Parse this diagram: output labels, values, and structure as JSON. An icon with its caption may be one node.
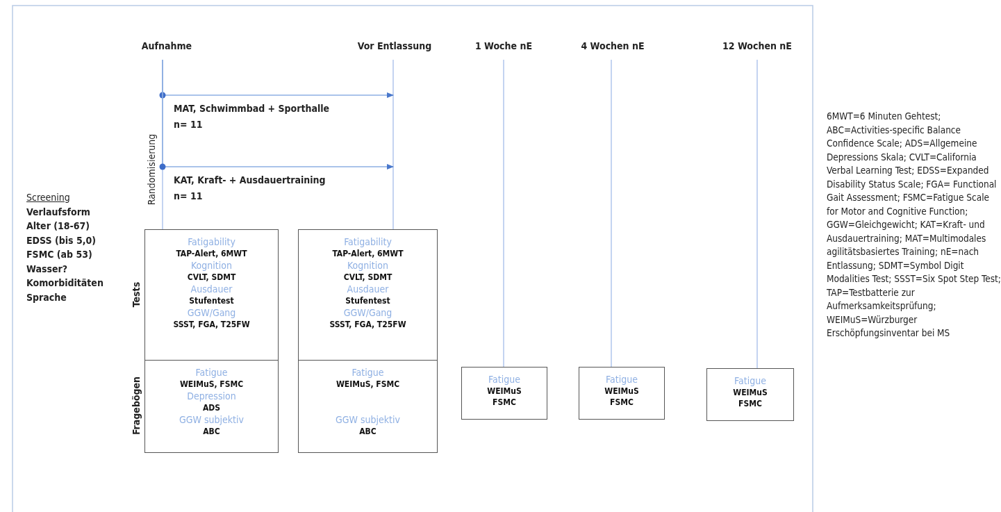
{
  "diagram": {
    "nodes": [
      {
        "text": [
          "Aufnahme"
        ]
      },
      {
        "text": [
          "Vor Entlassung"
        ]
      },
      {
        "text": [
          "1 Woche nE"
        ]
      },
      {
        "text": [
          "4 Wochen nE"
        ]
      },
      {
        "text": [
          "12 Wochen nE"
        ]
      },
      {
        "text": [
          "Fatigability",
          "TAP-Alert, 6MWT",
          "Kognition",
          "CVLT, SDMT",
          "Ausdauer",
          "Stufentest",
          "GGW/Gang",
          "SSST, FGA, T25FW"
        ],
        "beside": [
          "Tests"
        ]
      },
      {
        "text": [
          "Fatigue",
          "WEIMuS, FSMC",
          "Depression",
          "ADS",
          "GGW subjektiv",
          "ABC"
        ],
        "beside": [
          "Fragebögen"
        ]
      },
      {
        "text": [
          "Fatigability",
          "TAP-Alert, 6MWT",
          "Kognition",
          "CVLT, SDMT",
          "Ausdauer",
          "Stufentest",
          "GGW/Gang",
          "SSST, FGA, T25FW"
        ]
      },
      {
        "text": [
          "Fatigue",
          "WEIMuS, FSMC",
          "GGW subjektiv",
          "ABC"
        ]
      },
      {
        "text": [
          "Fatigue",
          "WEIMuS FSMC"
        ]
      },
      {
        "text": [
          "Fatigue",
          "WEIMuS FSMC"
        ]
      },
      {
        "text": [
          "Fatigue",
          "WEIMuS FSMC"
        ]
      }
    ],
    "edges": [
      {
        "from": 0,
        "to": 5,
        "arrow": "none"
      },
      {
        "from": 1,
        "to": 7,
        "arrow": "none"
      },
      {
        "from": 2,
        "to": 9,
        "arrow": "none"
      },
      {
        "from": 3,
        "to": 10,
        "arrow": "none"
      },
      {
        "from": 4,
        "to": 11,
        "arrow": "none"
      },
      {
        "from": 0,
        "to": null,
        "arrow": "to",
        "label": "MAT, Schwimmbad + Sporthalle n= 11"
      },
      {
        "from": 0,
        "to": null,
        "arrow": "to",
        "label": "KAT, Kraft- + Ausdauertraining n= 11"
      }
    ],
    "labels": [
      "Randomisierung",
      "Screening",
      "Verlaufsform",
      "Alter (18-67)",
      "EDSS (bis 5,0)",
      "FSMC (ab 53)",
      "Wasser?",
      "Komorbiditäten",
      "Sprache",
      "6MWT=6 Minuten Gehtest; ABC=Activities-specific Balance Confidence Scale; ADS=Allgemeine Depressions Skala; CVLT=California Verbal Learning Test; EDSS=Expanded Disability Status Scale; FGA= Functional Gait Assessment; FSMC=Fatigue Scale for Motor and Cognitive Function; GGW=Gleichgewicht; KAT=Kraft- und Ausdauertraining; MAT=Multimodales agilitätsbasiertes Training; nE=nach Entlassung; SDMT=Symbol Digit Modalities Test; SSST=Six Spot Step Test; TAP=Testbatterie zur Aufmerksamkeitsprüfung; WEIMuS=Würzburger Erschöpfungsinventar bei MS"
    ]
  }
}
